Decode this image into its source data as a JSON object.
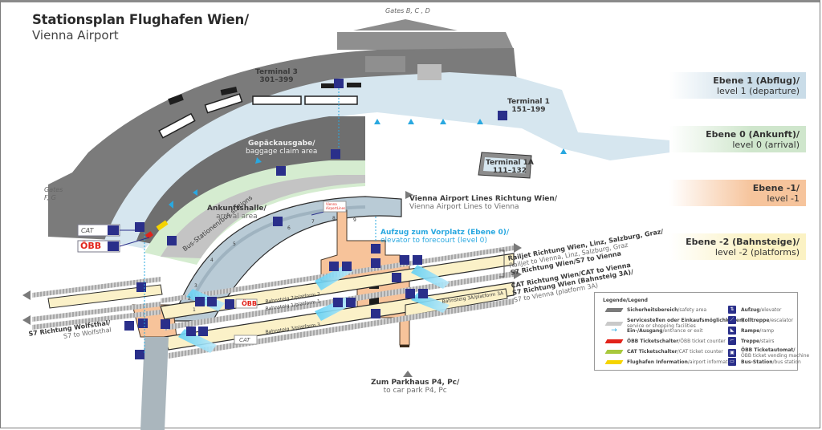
{
  "title": {
    "main": "Stationsplan Flughafen Wien/",
    "sub": "Vienna Airport"
  },
  "gates": {
    "bcd": "Gates B, C , D",
    "fg_line1": "Gates",
    "fg_line2": "F, G"
  },
  "terminals": {
    "t3_name": "Terminal 3",
    "t3_gates": "301–399",
    "t1_name": "Terminal 1",
    "t1_gates": "151–199",
    "t1a_name": "Terminal 1A",
    "t1a_gates": "111–132"
  },
  "areas": {
    "baggage_de": "Gepäckausgabe/",
    "baggage_en": "baggage claim area",
    "arrival_de": "Ankunftshalle/",
    "arrival_en": "arrival area",
    "bus": "Bus-Stationen/bus stations",
    "bus_stops": [
      "1",
      "2",
      "3",
      "4",
      "5",
      "6",
      "7",
      "8",
      "9"
    ]
  },
  "directions": {
    "val_de": "Vienna Airport Lines Richtung Wien/",
    "val_en": "Vienna Airport Lines to Vienna",
    "elevator_de": "Aufzug zum Vorplatz (Ebene 0)/",
    "elevator_en": "elevator to forecourt (level 0)",
    "railjet_de": "Railjet Richtung Wien, Linz, Salzburg, Graz/",
    "railjet_en": "Railjet to Vienna, Linz, Salzburg, Graz",
    "s7_wien": "S7 Richtung Wien/S7 to Vienna",
    "cat_de": "CAT Richtung Wien/CAT to Vienna",
    "s7_3a_de": "S7 Richtung Wien (Bahnsteig 3A)/",
    "s7_3a_en": "S7 to Vienna (platform 3A)",
    "wolfsthal_de": "S7 Richtung Wolfsthal/",
    "wolfsthal_en": "S7 to Wolfsthal",
    "parking_de": "Zum Parkhaus P4, Pc/",
    "parking_en": "to car park P4, Pc"
  },
  "platforms": {
    "p2": "Bahnsteig 2/platform 2",
    "p1": "Bahnsteig 1/platform 1",
    "p3": "Bahnsteig 3/platform 3",
    "p3a": "Bahnsteig 3A/platform 3A"
  },
  "brands": {
    "cat": "CAT",
    "obb": "ÖBB",
    "val_line1": "Vienna",
    "val_line2": "AirportLines"
  },
  "levels": [
    {
      "de": "Ebene 1 (Abflug)/",
      "en": "level 1 (departure)",
      "color": "#c9dce8"
    },
    {
      "de": "Ebene 0 (Ankunft)/",
      "en": "level 0 (arrival)",
      "color": "#cfe6cc"
    },
    {
      "de": "Ebene -1/",
      "en": "level -1",
      "color": "#f6c49c"
    },
    {
      "de": "Ebene -2 (Bahnsteige)/",
      "en": "level -2 (platforms)",
      "color": "#fbf2c4"
    }
  ],
  "legend": {
    "title": "Legende/Legend",
    "left": [
      {
        "de": "Sicherheitsbereich",
        "en": "/safety area",
        "icon": "safety-area-swatch",
        "color": "#7b7b7b"
      },
      {
        "de": "Servicestellen oder Einkaufsmöglichkeiten/",
        "en": "service or shopping facilities",
        "icon": "service-area-swatch",
        "color": "#c9c9c9"
      },
      {
        "de": "Ein-/Ausgang",
        "en": "/entrance or exit",
        "icon": "entrance-arrow-icon",
        "color": "#29a8e0"
      },
      {
        "de": "ÖBB Ticketschalter",
        "en": "/ÖBB ticket counter",
        "icon": "obb-counter-swatch",
        "color": "#e2231a"
      },
      {
        "de": "CAT Ticketschalter",
        "en": "/CAT ticket counter",
        "icon": "cat-counter-swatch",
        "color": "#a8c83c"
      },
      {
        "de": "Flughafen Information",
        "en": "/airport information",
        "icon": "info-swatch",
        "color": "#f5d400"
      }
    ],
    "right": [
      {
        "de": "Aufzug",
        "en": "/elevator",
        "icon": "elevator-icon",
        "glyph": "⇅"
      },
      {
        "de": "Rolltreppe",
        "en": "/escalator",
        "icon": "escalator-icon",
        "glyph": "⟋"
      },
      {
        "de": "Rampe",
        "en": "/ramp",
        "icon": "ramp-icon",
        "glyph": "◣"
      },
      {
        "de": "Treppe",
        "en": "/stairs",
        "icon": "stairs-icon",
        "glyph": "⌐"
      },
      {
        "de": "ÖBB Ticketautomat/",
        "en": "ÖBB ticket vending machine",
        "icon": "ticket-machine-icon",
        "glyph": "▣"
      },
      {
        "de": "Bus-Station",
        "en": "/bus station",
        "icon": "bus-station-icon",
        "glyph": "▭"
      }
    ]
  },
  "colors": {
    "level1": "#d6e6ef",
    "safety": "#7b7b7b",
    "service": "#c4c4c4",
    "arrival": "#d5ecd0",
    "level_minus1": "#f7c39a",
    "platform": "#fbf1c8",
    "icon": "#2a2f8a",
    "entrance": "#29a8e0"
  }
}
